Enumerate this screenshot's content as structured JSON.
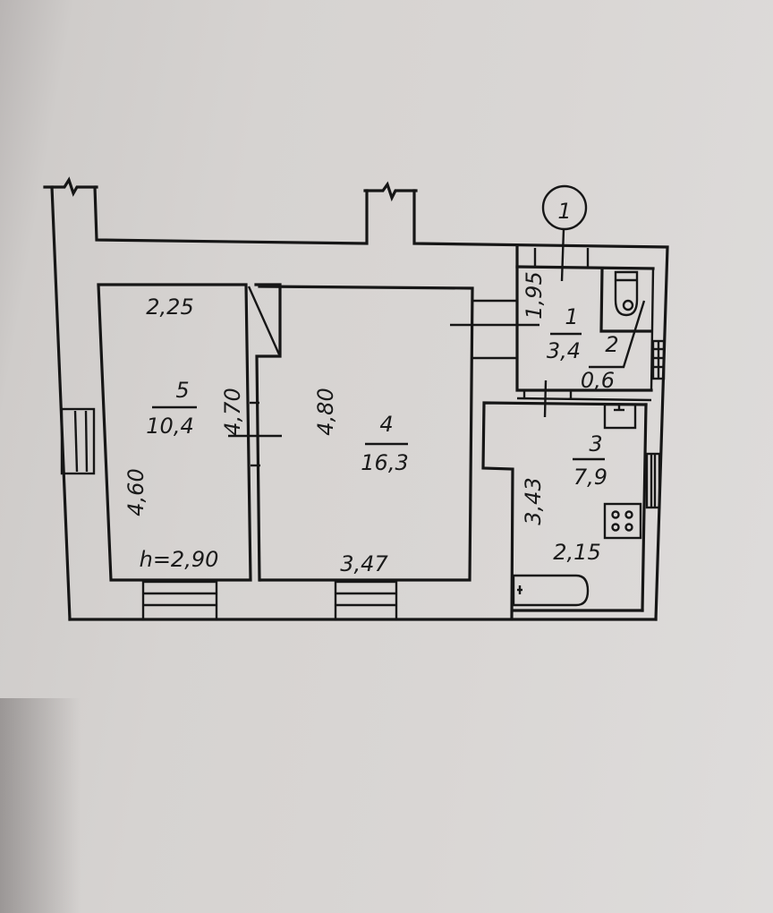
{
  "plan": {
    "axis_marker": "1",
    "ceiling_height": "h=2,90",
    "rooms": [
      {
        "number": "1",
        "area": "3,4",
        "dims": [
          "1,95"
        ]
      },
      {
        "number": "2",
        "area": "0,6",
        "dims": []
      },
      {
        "number": "3",
        "area": "7,9",
        "dims": [
          "3,43",
          "2,15"
        ]
      },
      {
        "number": "4",
        "area": "16,3",
        "dims": [
          "4,80",
          "3,47"
        ]
      },
      {
        "number": "5",
        "area": "10,4",
        "dims": [
          "2,25",
          "4,60",
          "4,70"
        ]
      }
    ]
  },
  "colors": {
    "paper": "#d7d4d2",
    "ink": "#161616"
  }
}
